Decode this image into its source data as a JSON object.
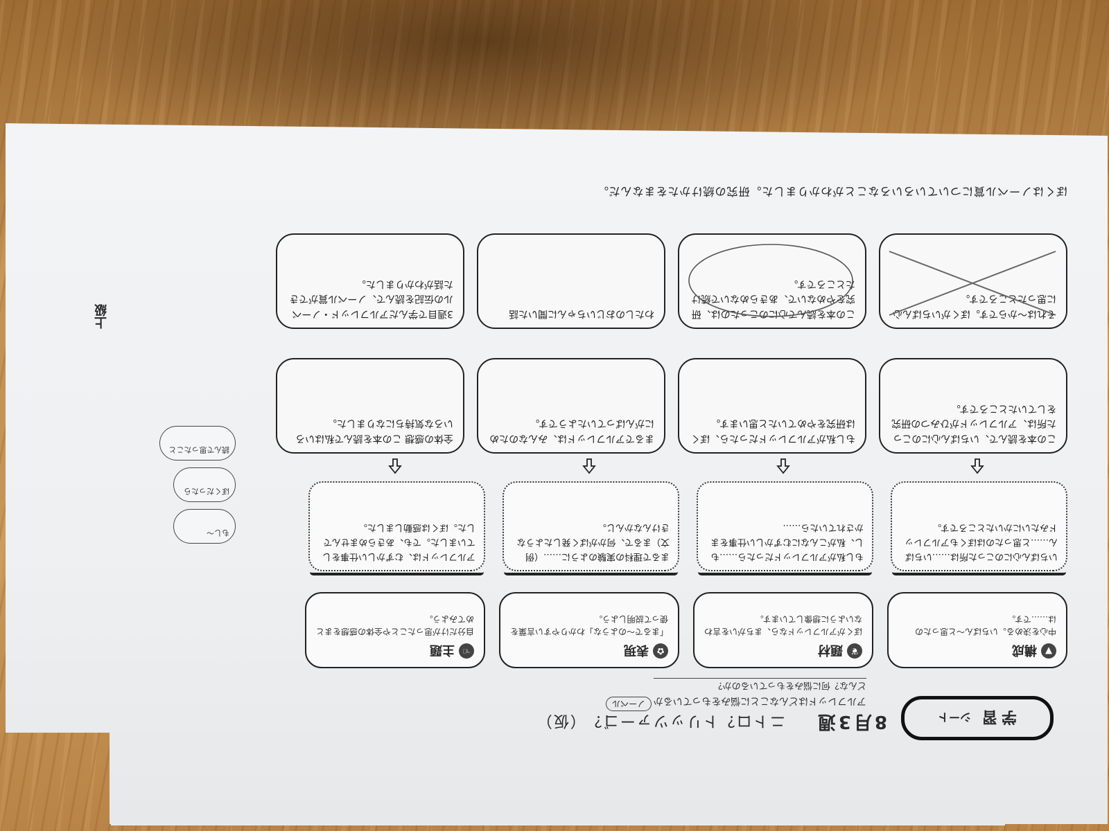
{
  "header": {
    "study_label": "学習",
    "sheet_label": "シート",
    "month_week": "8月3週",
    "title": "ニトロ？トリッツァーゴ？（仮）",
    "question_line": "アルフレッドはどんなことに悩みをもっているか",
    "question_line2": "どんな？何に悩みをもっているのか？",
    "novel_tag": "ノーベル"
  },
  "categories": [
    {
      "key": "composition",
      "head": "構成",
      "body": "中心を決める。いちばん〜と思ったのは……です。"
    },
    {
      "key": "material",
      "head": "題材",
      "body": "ぼくがアルフレッドなら、まちがいを言わないように想像しています。"
    },
    {
      "key": "expression",
      "head": "表現",
      "body": "「まるで〜のような」わかりやすい言葉を使って説明しよう。"
    },
    {
      "key": "theme",
      "head": "主題",
      "body": "自分だけが思ったことや全体の感想をまとめてみよう。"
    }
  ],
  "cards": [
    "いちばん心にのこった所は……いちばん……と思ったのはぼくもアルフレッドみたいにかいたところです。",
    "もし私がアルフレッドだったら……もし、私がこんなにむずかしい仕事をまかされていたら……",
    "まるで理科の実験のように……（例文）まるで、何かがばく発したようなきけんなかんじ。",
    "アルフレッドは、むずかしい仕事をしていました。でも、あきらめませんでした。ぼくは感動しました。"
  ],
  "row3": [
    "この本を読んで、いちばん心にのこった所は、アルフレッドがひみつの研究をしていたところです。",
    "もし私がアルフレッドだったら、ぼくは研究をやめていたと思います。",
    "まるでアルフレッドは、みんなのためにがんばっていたようです。",
    "全体の感想 この本を読んで私はいろいろな気持ちになりました。"
  ],
  "row4": [
    "それは〜からです。ぼくがいちばん心に思ったところです。",
    "この本を読んで心にのこったのは、研究をやめないで、あきらめないで続けたところです。",
    "わたしのおじいちゃんに聞いた話",
    "3週目で学んだアルフレッド・ノーベルの伝記を読んで、ノーベル賞ができた話がわかりました。"
  ],
  "bottom_line": "ぼくはノーベル賞についていろいろなことがわかりました。研究の続けかたをまなんだ。",
  "side_notes": {
    "label": "上級",
    "clouds": [
      "もし〜",
      "ぼくだったら",
      "読んで思ったこと"
    ]
  }
}
